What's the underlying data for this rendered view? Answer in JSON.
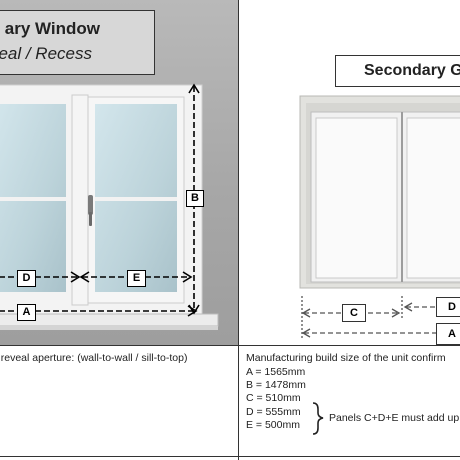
{
  "left": {
    "title": "ary Window",
    "subtitle": "eal / Recess",
    "labels": {
      "a": "A",
      "b": "B",
      "d": "D",
      "e": "E"
    },
    "caption": "e reveal aperture: (wall-to-wall / sill-to-top)"
  },
  "right": {
    "title": "Secondary G",
    "labels": {
      "a": "A",
      "c": "C",
      "d": "D"
    },
    "caption": "Manufacturing build size of the unit confirm",
    "measurements": [
      "A = 1565mm",
      "B = 1478mm",
      "C = 510mm",
      "D = 555mm",
      "E = 500mm"
    ],
    "brace_note": "Panels C+D+E must add up"
  },
  "colors": {
    "wall": "#a9a9a9",
    "frame": "#f4f4f4",
    "glass": "#c9dde3",
    "secondary_frame": "#e4e4e0",
    "arrow": "#000000"
  }
}
